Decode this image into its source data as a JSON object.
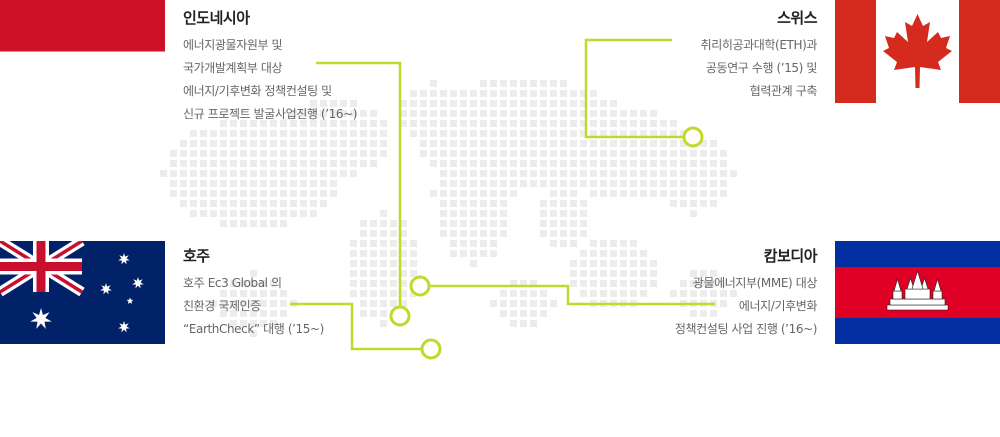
{
  "regions": [
    {
      "id": "indonesia",
      "name": "인도네시아",
      "lines": [
        "에너지광물자원부 및",
        "국가개발계획부 대상",
        "에너지/기후변화 정책컨설팅 및",
        "신규 프로젝트 발굴사업진행 (’16~)"
      ],
      "flag": "indonesia-flag"
    },
    {
      "id": "switzerland",
      "name": "스위스",
      "lines": [
        "취리히공과대학(ETH)과",
        "공동연구 수행 (’15) 및",
        "협력관계 구축"
      ],
      "flag": "canada-flag"
    },
    {
      "id": "australia",
      "name": "호주",
      "lines": [
        "호주 Ec3 Global 의",
        "친환경 국제인증",
        "“EarthCheck” 대행 (’15~)"
      ],
      "flag": "australia-flag"
    },
    {
      "id": "cambodia",
      "name": "캄보디아",
      "lines": [
        "광물에너지부(MME) 대상",
        "에너지/기후변화",
        "정책컨설팅 사업 진행 (’16~)"
      ],
      "flag": "cambodia-flag"
    }
  ],
  "colors": {
    "accent_line": "#c2d92b",
    "map_dots": "#ececec",
    "heading": "#222222",
    "body_text": "#666666",
    "indonesia_red": "#ce1126",
    "canada_red": "#d52b1e",
    "australia_blue": "#012169",
    "cambodia_blue": "#032ea1",
    "cambodia_red": "#e00025"
  }
}
